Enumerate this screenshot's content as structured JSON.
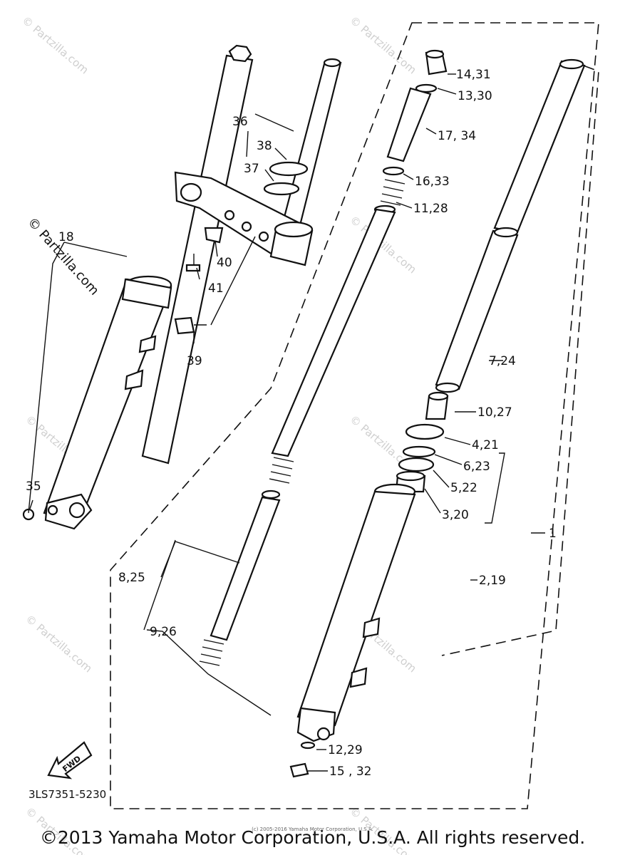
{
  "watermark": "© Partzilla.com",
  "diagram_code": "3LS7351-5230",
  "fwd_label": "FWD",
  "copyright": "©2013 Yamaha Motor Corporation, U.S.A. All rights reserved.",
  "copyright_small": "(c) 2005-2016 Yamaha Motor Corporation, U.S.A.",
  "callouts": {
    "c1": "1",
    "c2_19": "2,19",
    "c3_20": "3,20",
    "c4_21": "4,21",
    "c5_22": "5,22",
    "c6_23": "6,23",
    "c7_24": "7,24",
    "c8_25": "8,25",
    "c9_26": "9,26",
    "c10_27": "10,27",
    "c11_28": "11,28",
    "c12_29": "12,29",
    "c13_30": "13,30",
    "c14_31": "14,31",
    "c15_32": "15 , 32",
    "c16_33": "16,33",
    "c17_34": "17, 34",
    "c18": "18",
    "c35": "35",
    "c36": "36",
    "c37": "37",
    "c38": "38",
    "c39": "39",
    "c40": "40",
    "c41": "41"
  }
}
